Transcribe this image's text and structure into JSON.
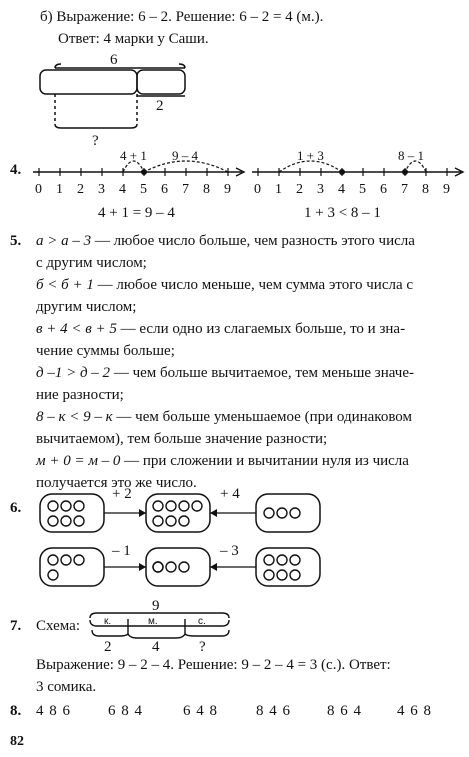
{
  "part_b": {
    "line1": "б) Выражение: 6 – 2. Решение: 6 – 2 = 4 (м.).",
    "line2": "Ответ: 4 марки у Саши.",
    "diagram": {
      "top": "6",
      "right": "2",
      "bottom": "?"
    }
  },
  "task4": {
    "num": "4.",
    "ticks": [
      "0",
      "1",
      "2",
      "3",
      "4",
      "5",
      "6",
      "7",
      "8",
      "9"
    ],
    "left_labels": [
      "4 + 1",
      "9 – 4"
    ],
    "right_labels": [
      "1 + 3",
      "8 – 1"
    ],
    "left_eq": "4 + 1 = 9 – 4",
    "right_eq": "1 + 3 < 8 – 1"
  },
  "task5": {
    "num": "5.",
    "lines": [
      [
        "а > а – 3",
        " — любое число больше, чем разность этого числа"
      ],
      [
        "",
        "с другим числом;"
      ],
      [
        "б < б + 1",
        " — любое число меньше, чем сумма этого числа с"
      ],
      [
        "",
        "другим числом;"
      ],
      [
        "в + 4 < в + 5",
        " — если одно из слагаемых больше, то и зна-"
      ],
      [
        "",
        "чение суммы больше;"
      ],
      [
        "д –1 > д – 2",
        " — чем больше вычитаемое, тем меньше значе-"
      ],
      [
        "",
        "ние разности;"
      ],
      [
        "8 – к < 9 – к",
        " — чем больше уменьшаемое (при одинаковом"
      ],
      [
        "",
        "вычитаемом), тем больше значение разности;"
      ],
      [
        "м + 0 = м – 0",
        " — при сложении и вычитании нуля из числа"
      ],
      [
        "",
        "получается это же число."
      ]
    ]
  },
  "task6": {
    "num": "6.",
    "row1": {
      "a": "+ 2",
      "b": "+ 4"
    },
    "row2": {
      "a": "– 1",
      "b": "– 3"
    }
  },
  "task7": {
    "num": "7.",
    "label": "Схема:",
    "top": "9",
    "segments": [
      "к.",
      "м.",
      "с."
    ],
    "bottom": [
      "2",
      "4",
      "?"
    ],
    "line1": "Выражение: 9 – 2 – 4. Решение: 9 – 2 – 4 = 3 (с.). Ответ:",
    "line2": "3 сомика."
  },
  "task8": {
    "num": "8.",
    "items": [
      "4 8 6",
      "6 8 4",
      "6 4 8",
      "8 4 6",
      "8 6 4",
      "4 6 8"
    ]
  },
  "page_number": "82"
}
